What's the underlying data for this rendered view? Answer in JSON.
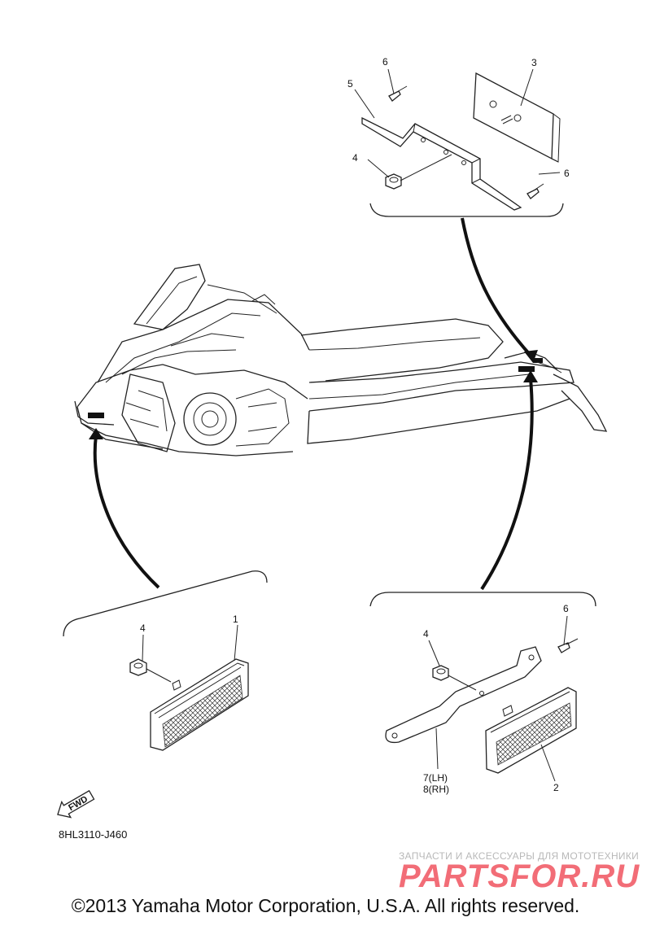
{
  "diagram": {
    "parts": [
      {
        "id": "top-4",
        "text": "4"
      },
      {
        "id": "top-5",
        "text": "5"
      },
      {
        "id": "top-6a",
        "text": "6"
      },
      {
        "id": "top-3",
        "text": "3"
      },
      {
        "id": "top-6b",
        "text": "6"
      },
      {
        "id": "bl-4",
        "text": "4"
      },
      {
        "id": "bl-1",
        "text": "1"
      },
      {
        "id": "br-4",
        "text": "4"
      },
      {
        "id": "br-6",
        "text": "6"
      },
      {
        "id": "br-7",
        "text": "7(LH)"
      },
      {
        "id": "br-8",
        "text": "8(RH)"
      },
      {
        "id": "br-2",
        "text": "2"
      }
    ],
    "fwd_label": "FWD",
    "drawing_code": "8HL3110-J460"
  },
  "watermark": {
    "subtitle": "ЗАПЧАСТИ И АКСЕССУАРЫ ДЛЯ МОТОТЕХНИКИ",
    "brand": "PARTSFOR.RU",
    "colors": {
      "brand": "#f26d77",
      "subtitle": "#b8b8b8"
    }
  },
  "footer": {
    "copyright": "©2013 Yamaha Motor Corporation, U.S.A. All rights reserved."
  }
}
